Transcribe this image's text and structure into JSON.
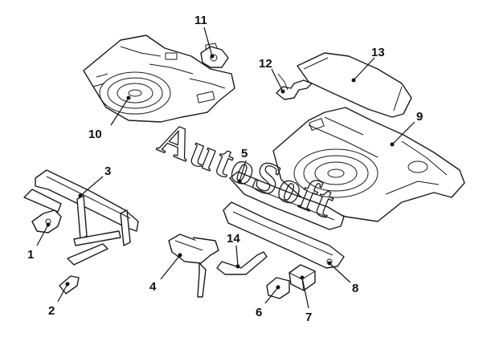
{
  "watermark": "AutoSoft",
  "callouts": [
    "1",
    "2",
    "3",
    "4",
    "5",
    "6",
    "7",
    "8",
    "9",
    "10",
    "11",
    "12",
    "13",
    "14"
  ],
  "colors": {
    "line": "#1a1a1a",
    "background": "#ffffff"
  }
}
